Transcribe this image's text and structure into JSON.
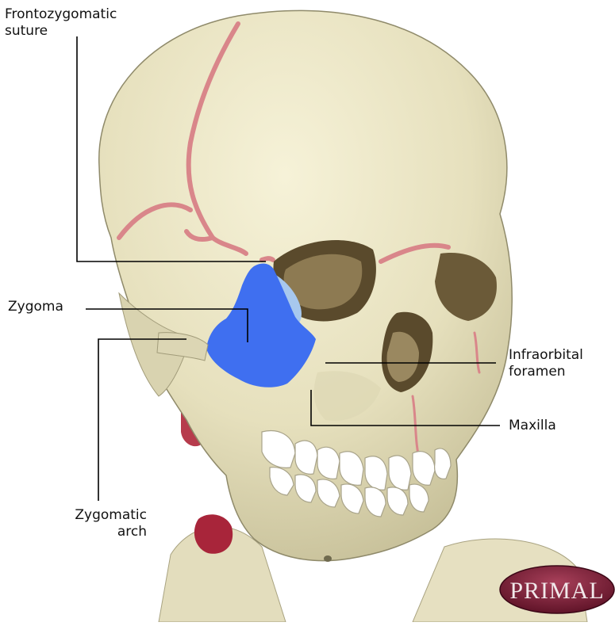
{
  "labels": {
    "frontozygomatic": {
      "line1": "Frontozygomatic",
      "line2": "suture"
    },
    "zygoma": "Zygoma",
    "infraorbital": {
      "line1": "Infraorbital",
      "line2": "foramen"
    },
    "maxilla": "Maxilla",
    "zygomatic_arch": {
      "line1": "Zygomatic",
      "line2": "arch"
    }
  },
  "logo": "PRIMAL",
  "colors": {
    "bone": "#ebe6c7",
    "bone_shadow": "#c9c3a0",
    "suture": "#d9868a",
    "zygoma_highlight": "#3f6ff0",
    "orbit_light": "#a7c8ee",
    "teeth": "#ffffff",
    "logo_bg": "#7a1f35"
  }
}
